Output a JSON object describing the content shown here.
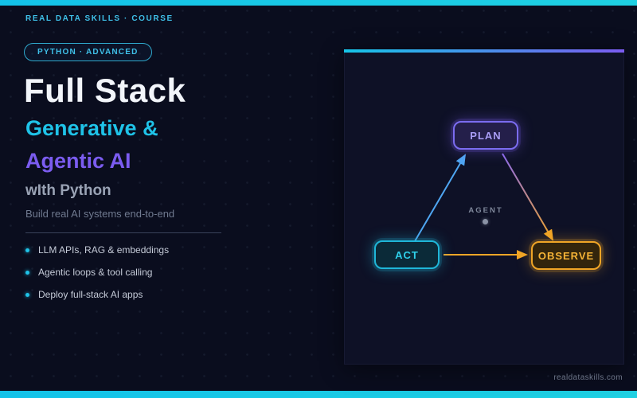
{
  "brand": {
    "topbar_text": "REAL DATA SKILLS · COURSE",
    "footer_url": "realdataskills.com"
  },
  "hero": {
    "badge": "PYTHON · ADVANCED",
    "title_line1": "Full Stack",
    "title_line2": "Generative &",
    "title_line3": "Agentic AI",
    "subtitle": "wIth Python",
    "tagline": "Build real AI systems end-to-end",
    "bullets": [
      "LLM APIs, RAG & embeddings",
      "Agentic loops & tool calling",
      "Deploy full-stack AI apps"
    ]
  },
  "diagram": {
    "center_label": "AGENT",
    "nodes": [
      {
        "id": "plan",
        "label": "PLAN",
        "color": "#7b6cf0"
      },
      {
        "id": "act",
        "label": "ACT",
        "color": "#1fb6d8"
      },
      {
        "id": "observe",
        "label": "OBSERVE",
        "color": "#f0a526"
      }
    ],
    "edges": [
      {
        "from": "act",
        "to": "plan",
        "color": "#4fa6f2"
      },
      {
        "from": "plan",
        "to": "observe",
        "color": "gradient-purple-orange"
      },
      {
        "from": "act",
        "to": "observe",
        "color": "#f0a526"
      }
    ]
  },
  "colors": {
    "background": "#0a0d1e",
    "accent_cyan": "#1fc3e8",
    "accent_purple": "#7b5cf0",
    "accent_orange": "#f0a526"
  }
}
